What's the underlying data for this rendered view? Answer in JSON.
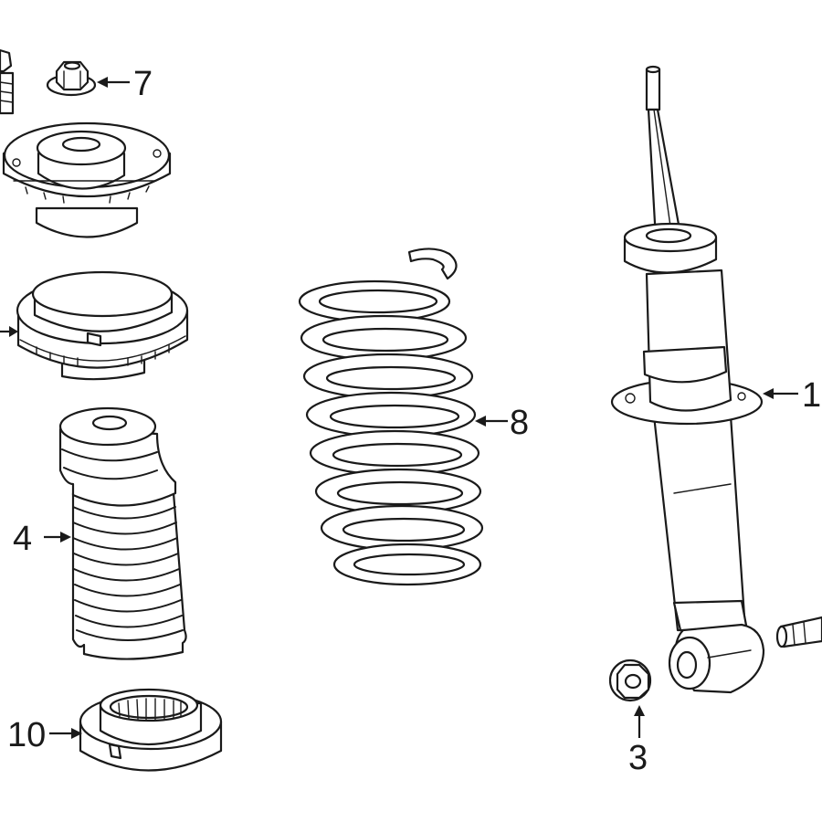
{
  "callouts": [
    {
      "id": "1",
      "label": "1"
    },
    {
      "id": "3",
      "label": "3"
    },
    {
      "id": "4",
      "label": "4"
    },
    {
      "id": "7",
      "label": "7"
    },
    {
      "id": "8",
      "label": "8"
    },
    {
      "id": "10",
      "label": "10"
    }
  ]
}
